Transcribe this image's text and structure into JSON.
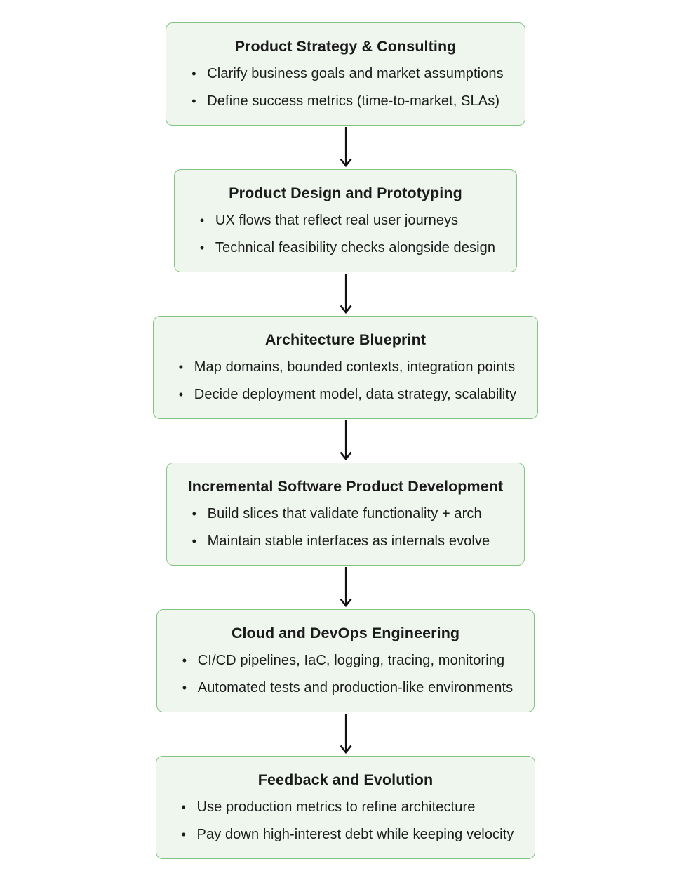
{
  "colors": {
    "background": "#ffffff",
    "box_fill": "#eef6ee",
    "box_border": "#84c384",
    "text": "#1b1b1b",
    "arrow": "#111111"
  },
  "glyphs": {
    "bullet": "•"
  },
  "flowchart": {
    "steps": [
      {
        "title": "Product Strategy & Consulting",
        "bullets": [
          "Clarify business goals and market assumptions",
          "Define success metrics (time-to-market, SLAs)"
        ]
      },
      {
        "title": "Product Design and Prototyping",
        "bullets": [
          "UX flows that reflect real user journeys",
          "Technical feasibility checks alongside design"
        ]
      },
      {
        "title": "Architecture Blueprint",
        "bullets": [
          "Map domains, bounded contexts, integration points",
          "Decide deployment model, data strategy, scalability"
        ]
      },
      {
        "title": "Incremental Software Product Development",
        "bullets": [
          "Build slices that validate functionality + arch",
          "Maintain stable interfaces as internals evolve"
        ]
      },
      {
        "title": "Cloud and DevOps Engineering",
        "bullets": [
          "CI/CD pipelines, IaC, logging, tracing, monitoring",
          "Automated tests and production-like environments"
        ]
      },
      {
        "title": "Feedback and Evolution",
        "bullets": [
          "Use production metrics to refine architecture",
          "Pay down high-interest debt while keeping velocity"
        ]
      }
    ]
  }
}
